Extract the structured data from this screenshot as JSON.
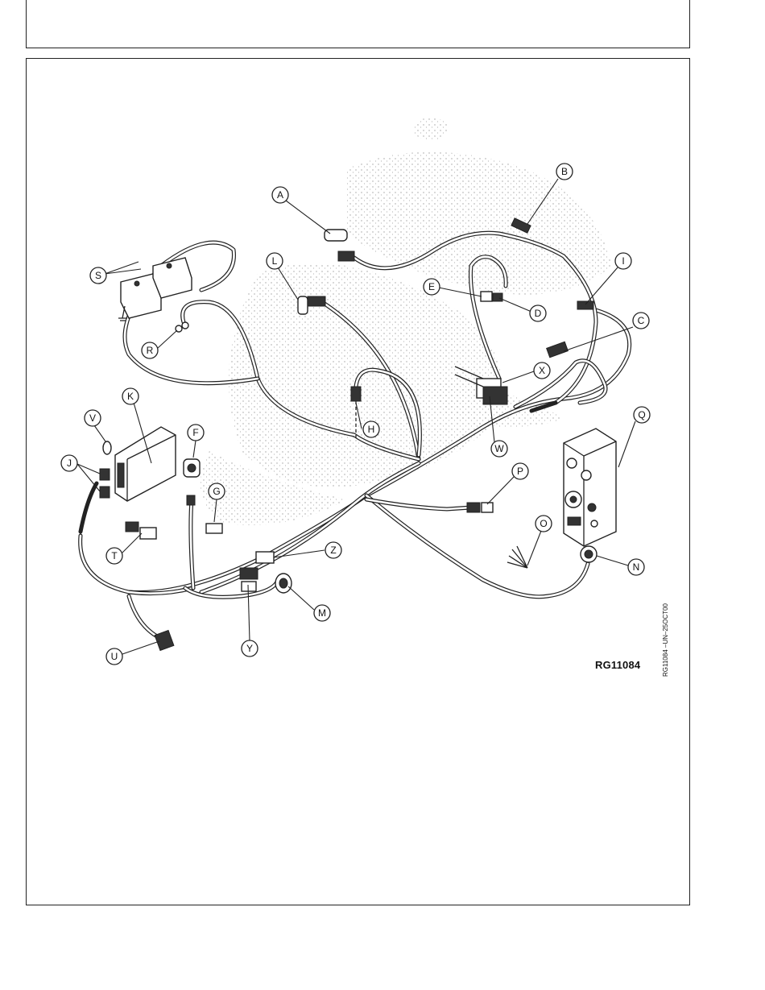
{
  "figure": {
    "id": "RG11084",
    "date_code": "RG11084   –UN–25OCT00"
  },
  "callouts": [
    {
      "key": "A",
      "label": "A"
    },
    {
      "key": "B",
      "label": "B"
    },
    {
      "key": "C",
      "label": "C"
    },
    {
      "key": "D",
      "label": "D"
    },
    {
      "key": "E",
      "label": "E"
    },
    {
      "key": "F",
      "label": "F"
    },
    {
      "key": "G",
      "label": "G"
    },
    {
      "key": "H",
      "label": "H"
    },
    {
      "key": "I",
      "label": "I"
    },
    {
      "key": "J",
      "label": "J"
    },
    {
      "key": "K",
      "label": "K"
    },
    {
      "key": "L",
      "label": "L"
    },
    {
      "key": "M",
      "label": "M"
    },
    {
      "key": "N",
      "label": "N"
    },
    {
      "key": "O",
      "label": "O"
    },
    {
      "key": "P",
      "label": "P"
    },
    {
      "key": "Q",
      "label": "Q"
    },
    {
      "key": "R",
      "label": "R"
    },
    {
      "key": "S",
      "label": "S"
    },
    {
      "key": "T",
      "label": "T"
    },
    {
      "key": "U",
      "label": "U"
    },
    {
      "key": "V",
      "label": "V"
    },
    {
      "key": "W",
      "label": "W"
    },
    {
      "key": "X",
      "label": "X"
    },
    {
      "key": "Y",
      "label": "Y"
    },
    {
      "key": "Z",
      "label": "Z"
    }
  ]
}
